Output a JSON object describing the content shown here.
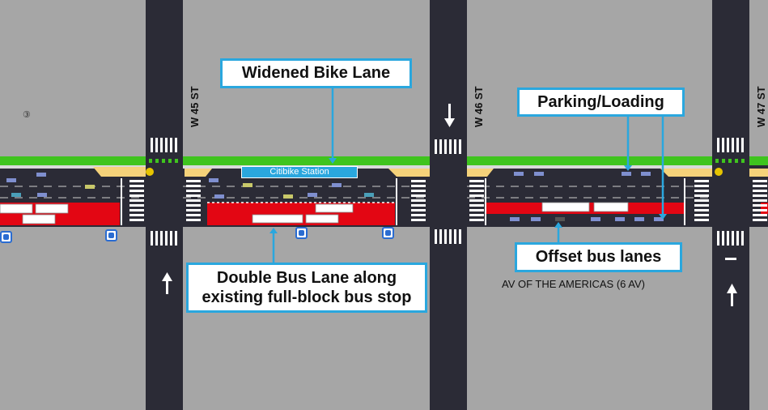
{
  "callouts": {
    "bike_lane": "Widened Bike Lane",
    "parking": "Parking/Loading",
    "offset_bus": "Offset bus lanes",
    "double_bus_line1": "Double Bus Lane along",
    "double_bus_line2": "existing full-block bus stop"
  },
  "streets": {
    "w45": "W 45 ST",
    "w46": "W 46 ST",
    "w47": "W 47 ST",
    "avenue": "AV OF THE AMERICAS (6 AV)"
  },
  "station_label": "Citibike Station",
  "marker": "③",
  "colors": {
    "block": "#a6a6a6",
    "road": "#2b2b36",
    "bike_lane": "#3fc41e",
    "bus_lane": "#e30613",
    "callout_border": "#2aa7de",
    "parking_yellow": "#f5d27a"
  }
}
